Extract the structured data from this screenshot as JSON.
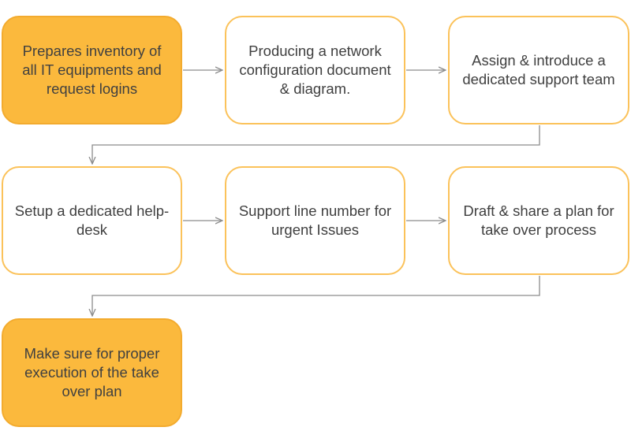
{
  "colors": {
    "accent_fill": "#fbb93d",
    "accent_border": "#fbc25a",
    "text": "#404040",
    "connector": "#8c8c8c"
  },
  "steps": [
    {
      "label": "Prepares inventory of all IT equipments and request logins",
      "style": "filled"
    },
    {
      "label": "Producing a network configuration document & diagram.",
      "style": "outline"
    },
    {
      "label": "Assign & introduce a dedicated support team",
      "style": "outline"
    },
    {
      "label": "Setup a dedicated help-desk",
      "style": "outline"
    },
    {
      "label": "Support line number for urgent Issues",
      "style": "outline"
    },
    {
      "label": "Draft & share a plan for take over process",
      "style": "outline"
    },
    {
      "label": "Make sure for proper execution of the take over plan",
      "style": "filled"
    }
  ]
}
